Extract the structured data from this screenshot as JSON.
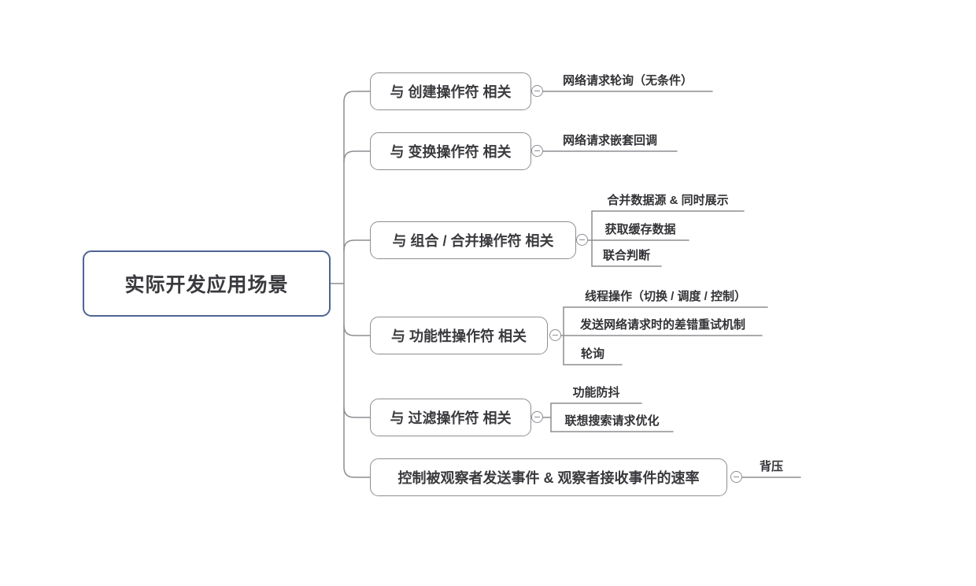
{
  "root": {
    "label": "实际开发应用场景"
  },
  "branches": [
    {
      "label": "与 创建操作符 相关",
      "children": [
        {
          "label": "网络请求轮询（无条件）"
        }
      ]
    },
    {
      "label": "与 变换操作符 相关",
      "children": [
        {
          "label": "网络请求嵌套回调"
        }
      ]
    },
    {
      "label": "与 组合 / 合并操作符 相关",
      "children": [
        {
          "label": "合并数据源 & 同时展示"
        },
        {
          "label": "获取缓存数据"
        },
        {
          "label": "联合判断"
        }
      ]
    },
    {
      "label": "与 功能性操作符 相关",
      "children": [
        {
          "label": "线程操作（切换 / 调度 / 控制）"
        },
        {
          "label": "发送网络请求时的差错重试机制"
        },
        {
          "label": "轮询"
        }
      ]
    },
    {
      "label": "与 过滤操作符 相关",
      "children": [
        {
          "label": "功能防抖"
        },
        {
          "label": "联想搜索请求优化"
        }
      ]
    },
    {
      "label": "控制被观察者发送事件 & 观察者接收事件的速率",
      "children": [
        {
          "label": "背压"
        }
      ]
    }
  ],
  "colors": {
    "root_border": "#4e6492",
    "branch_border": "#8e8e93",
    "connector_line": "#8e8e93",
    "text": "#3a3a3e",
    "background": "#ffffff"
  }
}
